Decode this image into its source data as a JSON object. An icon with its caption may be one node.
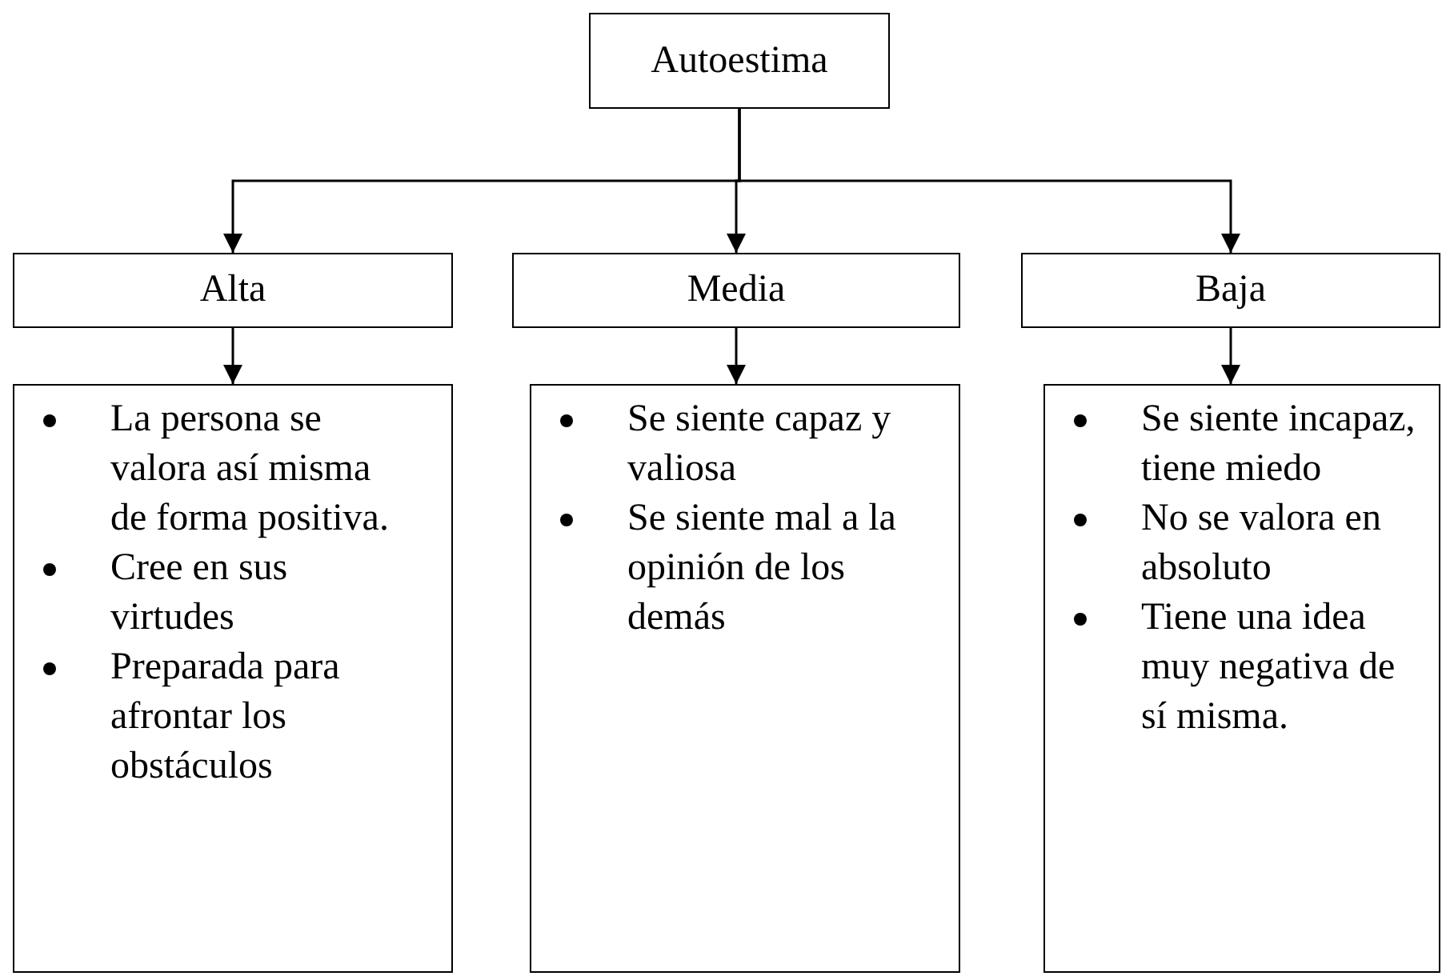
{
  "diagram": {
    "nodes": [
      {
        "text": [
          "Autoestima"
        ]
      },
      {
        "text": [
          "Alta"
        ]
      },
      {
        "text": [
          "Media"
        ]
      },
      {
        "text": [
          "Baja"
        ]
      },
      {
        "text": [
          "La persona se valora así misma de forma positiva.",
          "Cree en sus virtudes",
          "Preparada para afrontar los obstáculos"
        ]
      },
      {
        "text": [
          "Se siente capaz y valiosa",
          "Se siente mal a la opinión de los demás"
        ]
      },
      {
        "text": [
          "Se siente incapaz, tiene miedo",
          "No se valora en absoluto",
          "Tiene una idea muy negativa de sí misma."
        ]
      }
    ],
    "edges": [
      {
        "from": 0,
        "to": 1,
        "arrow": "to"
      },
      {
        "from": 0,
        "to": 2,
        "arrow": "to"
      },
      {
        "from": 0,
        "to": 3,
        "arrow": "to"
      },
      {
        "from": 1,
        "to": 4,
        "arrow": "to"
      },
      {
        "from": 2,
        "to": 5,
        "arrow": "to"
      },
      {
        "from": 3,
        "to": 6,
        "arrow": "to"
      }
    ]
  }
}
